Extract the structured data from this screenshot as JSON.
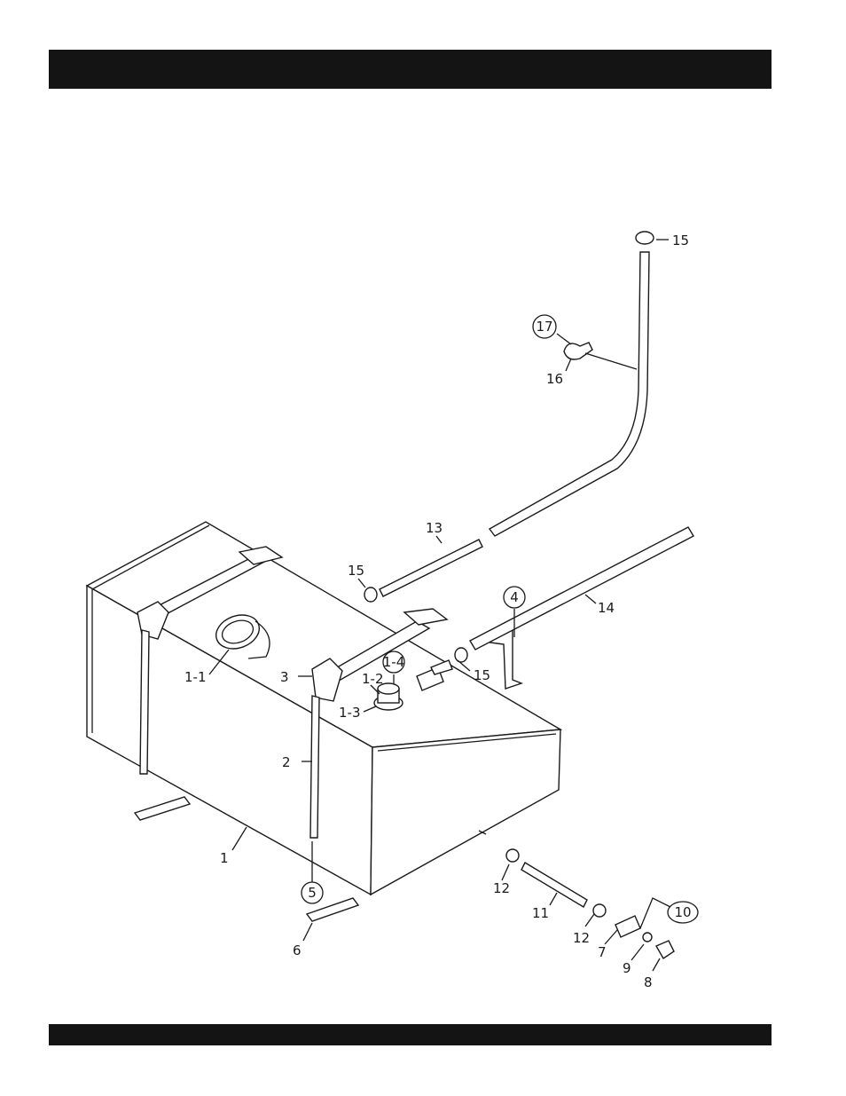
{
  "header_bar": "",
  "footer_bar": "",
  "callouts": {
    "c15a": "15",
    "c17": "17",
    "c16": "16",
    "c13": "13",
    "c15b": "15",
    "c4": "4",
    "c14": "14",
    "c1_1": "1-1",
    "c1_4": "1-4",
    "c1_2": "1-2",
    "c3": "3",
    "c15c": "15",
    "c1_3": "1-3",
    "c2": "2",
    "c1": "1",
    "c5": "5",
    "c12a": "12",
    "c11": "11",
    "c10": "10",
    "c12b": "12",
    "c7": "7",
    "c9": "9",
    "c8": "8",
    "c6": "6"
  }
}
